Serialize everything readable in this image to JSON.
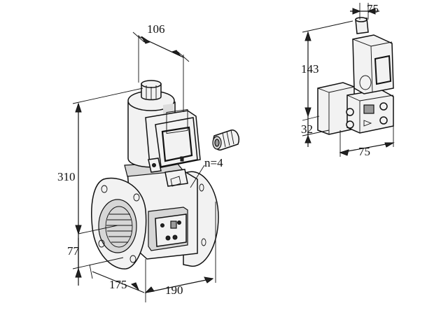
{
  "dimensions": {
    "main": {
      "width_top": "106",
      "height_total": "310",
      "height_lower": "77",
      "depth_bottom": "175",
      "width_bottom": "190",
      "bolt_holes": "n=4"
    },
    "side": {
      "width_top": "75",
      "height": "143",
      "height_small": "32",
      "width_bottom": "75"
    }
  },
  "colors": {
    "line": "#111111",
    "fill_light": "#f2f2f2",
    "fill_mid": "#d6d6d6",
    "fill_dark": "#9a9a9a"
  }
}
